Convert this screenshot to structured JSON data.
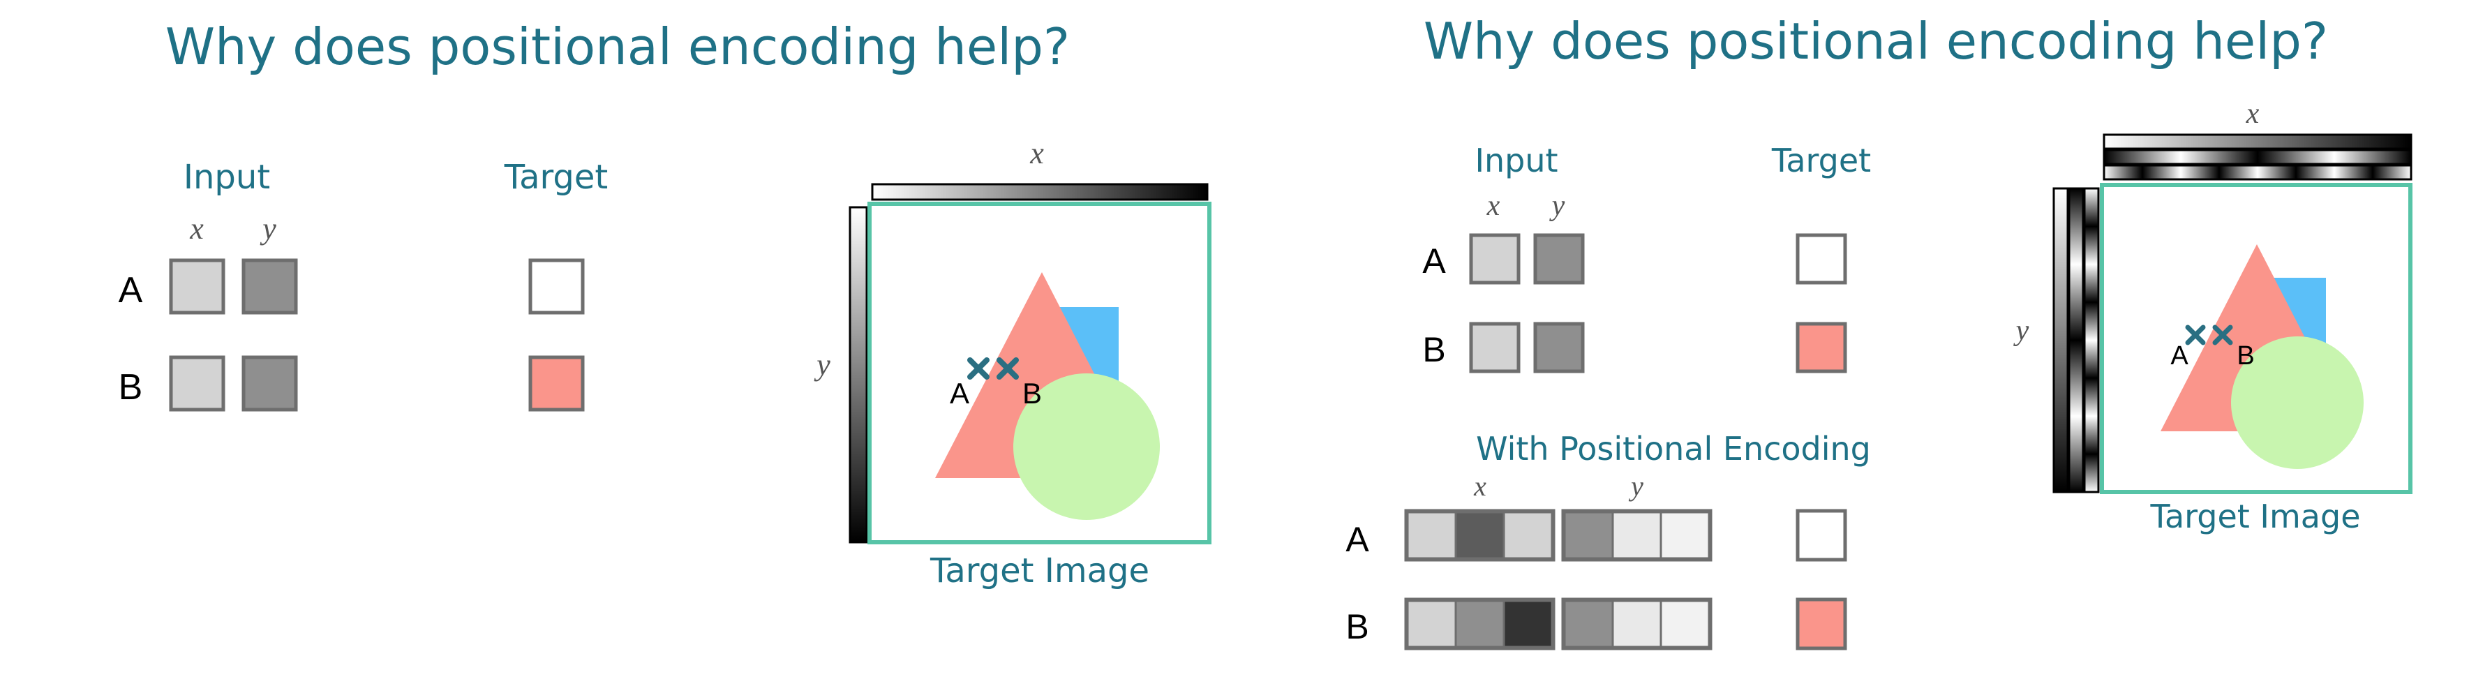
{
  "left": {
    "title": "Why does positional encoding help?",
    "input_label": "Input",
    "target_label": "Target",
    "x_label": "x",
    "y_label": "y",
    "rows": [
      {
        "label": "A",
        "target_color": "#ffffff"
      },
      {
        "label": "B",
        "target_color": "#fa958b"
      }
    ],
    "image_caption": "Target Image",
    "image_x_label": "x",
    "image_y_label": "y",
    "marker_a": "A",
    "marker_b": "B"
  },
  "right": {
    "title": "Why does positional encoding help?",
    "input_label": "Input",
    "target_label": "Target",
    "x_label": "x",
    "y_label": "y",
    "rows": [
      {
        "label": "A",
        "target_color": "#ffffff"
      },
      {
        "label": "B",
        "target_color": "#fa958b"
      }
    ],
    "pe_title": "With Positional Encoding",
    "pe_x_label": "x",
    "pe_y_label": "y",
    "pe_rows": [
      {
        "label": "A",
        "x_cells": [
          "#d3d3d3",
          "#5c5c5c",
          "#d3d3d3"
        ],
        "y_cells": [
          "#8f8f8f",
          "#e9e9e9",
          "#f2f2f2"
        ],
        "target_color": "#ffffff"
      },
      {
        "label": "B",
        "x_cells": [
          "#d3d3d3",
          "#8f8f8f",
          "#333333"
        ],
        "y_cells": [
          "#8f8f8f",
          "#e9e9e9",
          "#f2f2f2"
        ],
        "target_color": "#fa958b"
      }
    ],
    "image_caption": "Target Image",
    "image_x_label": "x",
    "image_y_label": "y",
    "marker_a": "A",
    "marker_b": "B"
  },
  "colors": {
    "title": "#1f7186",
    "frame": "#57c4a7",
    "marker": "#2a6f82",
    "triangle": "#fa958b",
    "rectangle": "#5bbff8",
    "circle": "#c8f5af",
    "input_x": "#d3d3d3",
    "input_y": "#8f8f8f"
  }
}
